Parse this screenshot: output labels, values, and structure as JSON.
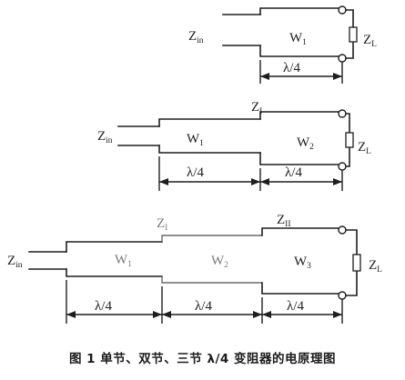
{
  "diagram_1": {
    "source_label": "Z",
    "source_sub": "in",
    "section_labels": [
      {
        "main": "W",
        "sub": "1"
      }
    ],
    "load_label": "Z",
    "load_sub": "L",
    "dimension_labels": [
      "λ/4"
    ]
  },
  "diagram_2": {
    "source_label": "Z",
    "source_sub": "in",
    "section_labels": [
      {
        "main": "W",
        "sub": "1"
      },
      {
        "main": "W",
        "sub": "2"
      }
    ],
    "junction_labels": [
      {
        "main": "Z",
        "sub": "I"
      }
    ],
    "load_label": "Z",
    "load_sub": "L",
    "dimension_labels": [
      "λ/4",
      "λ/4"
    ]
  },
  "diagram_3": {
    "source_label": "Z",
    "source_sub": "in",
    "section_labels": [
      {
        "main": "W",
        "sub": "1"
      },
      {
        "main": "W",
        "sub": "2"
      },
      {
        "main": "W",
        "sub": "3"
      }
    ],
    "junction_labels": [
      {
        "main": "Z",
        "sub": "I"
      },
      {
        "main": "Z",
        "sub": "II"
      }
    ],
    "load_label": "Z",
    "load_sub": "L",
    "dimension_labels": [
      "λ/4",
      "λ/4",
      "λ/4"
    ]
  },
  "caption": "图 1   单节、双节、三节 λ/4 变阻器的电原理图"
}
